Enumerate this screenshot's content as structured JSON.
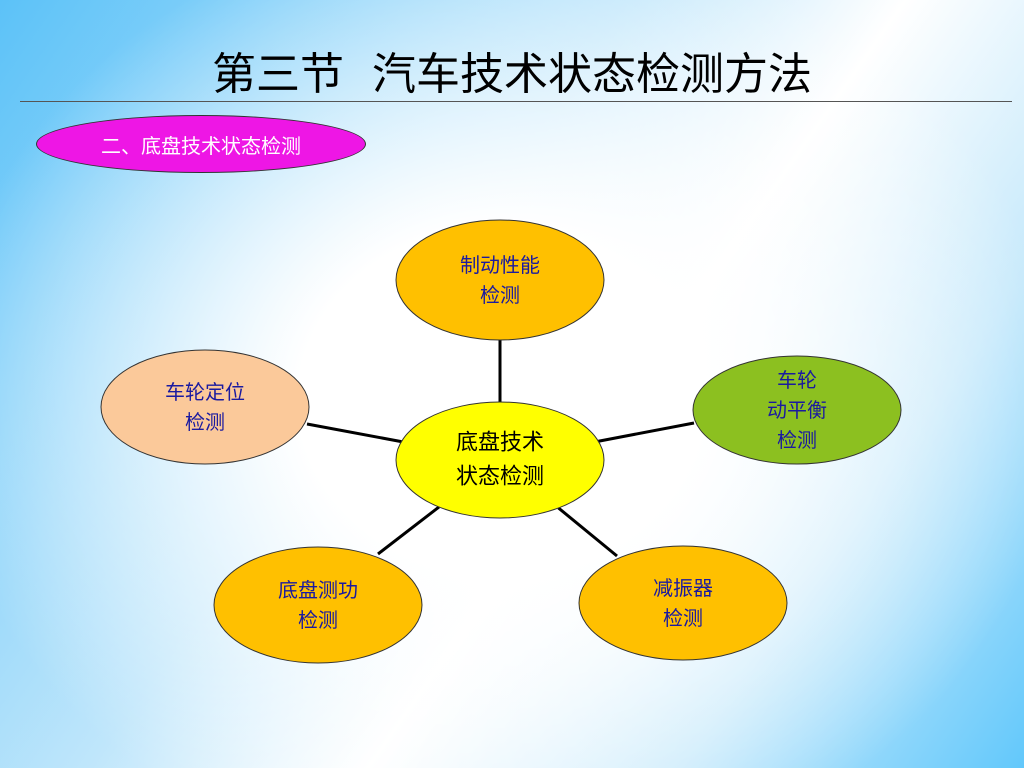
{
  "slide": {
    "title": "第三节  汽车技术状态检测方法",
    "section_label": "二、底盘技术状态检测"
  },
  "diagram": {
    "center": {
      "lines": [
        "底盘技术",
        "状态检测"
      ],
      "fill": "#ffff00"
    },
    "nodes": [
      {
        "id": "braking",
        "lines": [
          "制动性能",
          "检测"
        ],
        "fill": "#ffc000"
      },
      {
        "id": "wheel-balance",
        "lines": [
          "车轮",
          "动平衡",
          "检测"
        ],
        "fill": "#8cc020"
      },
      {
        "id": "shock-absorber",
        "lines": [
          "减振器",
          "检测"
        ],
        "fill": "#ffc000"
      },
      {
        "id": "chassis-dyno",
        "lines": [
          "底盘测功",
          "检测"
        ],
        "fill": "#ffc000"
      },
      {
        "id": "wheel-alignment",
        "lines": [
          "车轮定位",
          "检测"
        ],
        "fill": "#fbc99a"
      }
    ]
  }
}
